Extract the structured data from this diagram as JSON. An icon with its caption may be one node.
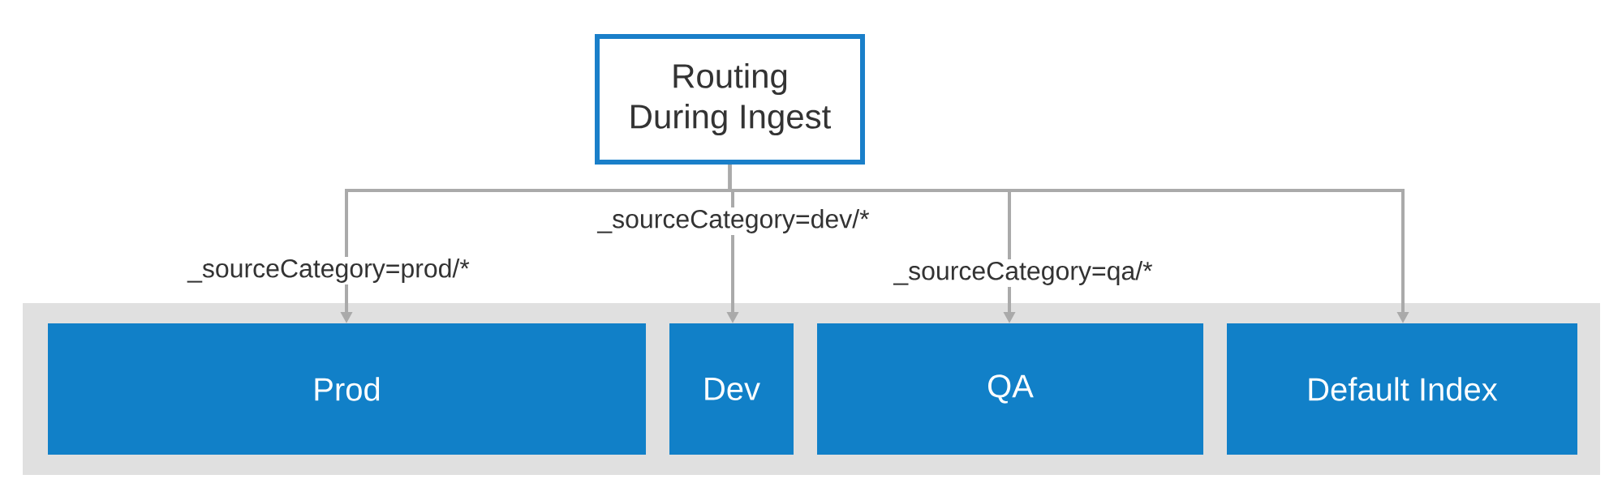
{
  "diagram": {
    "nodes": [
      {
        "text": [
          "Routing During Ingest"
        ]
      },
      {
        "text": [],
        "shape": "box"
      },
      {
        "text": [
          "Prod"
        ],
        "in": 1
      },
      {
        "text": [
          "Dev"
        ],
        "in": 1
      },
      {
        "text": [
          "QA"
        ],
        "in": 1
      },
      {
        "text": [
          "Default Index"
        ],
        "in": 1
      }
    ],
    "edges": [
      {
        "from": 0,
        "to": 2,
        "arrow": "to",
        "label": "_sourceCategory=prod/*"
      },
      {
        "from": 0,
        "to": 3,
        "arrow": "to",
        "label": "_sourceCategory=dev/*"
      },
      {
        "from": 0,
        "to": 4,
        "arrow": "to",
        "label": "_sourceCategory=qa/*"
      },
      {
        "from": 0,
        "to": 5,
        "arrow": "to"
      }
    ]
  }
}
